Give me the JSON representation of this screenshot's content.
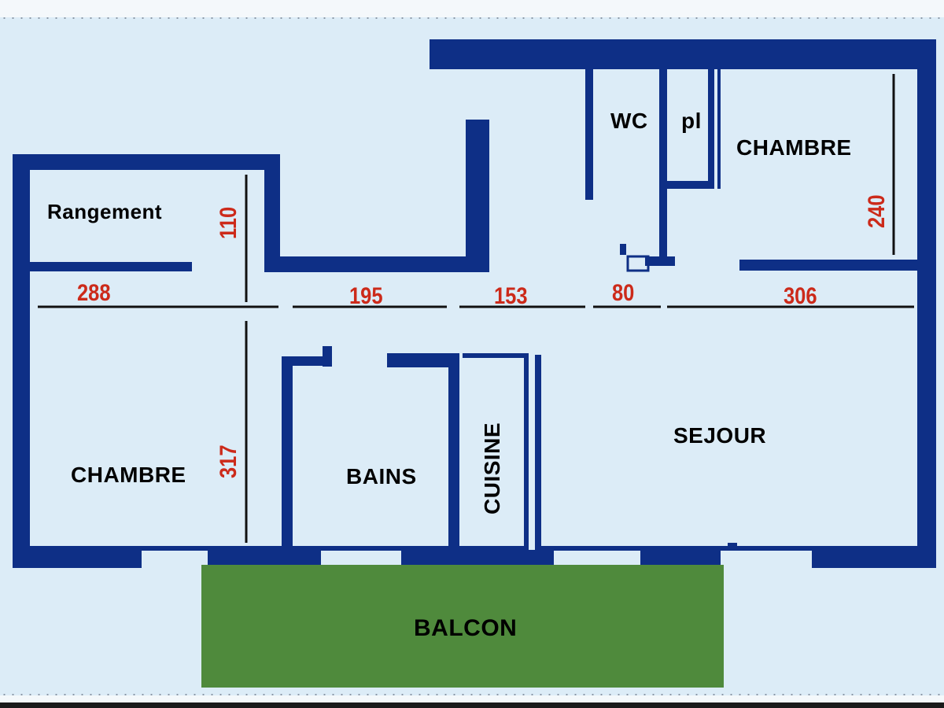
{
  "plan": {
    "colors": {
      "background": "#dcecf7",
      "wall": "#0e2f86",
      "dimension_text": "#cc2a1a",
      "dimension_line": "#111111",
      "balcony": "#4f8a3c",
      "label_text": "#000000"
    },
    "rooms": {
      "rangement": "Rangement",
      "chambre_left": "CHAMBRE",
      "bains": "BAINS",
      "cuisine": "CUISINE",
      "sejour": "SEJOUR",
      "wc": "WC",
      "pl": "pl",
      "chambre_right": "CHAMBRE",
      "balcon": "BALCON"
    },
    "dimensions": {
      "horizontal": [
        "288",
        "195",
        "153",
        "80",
        "306"
      ],
      "rangement_depth": "110",
      "chambre_left_depth": "317",
      "chambre_right_depth": "240"
    }
  }
}
